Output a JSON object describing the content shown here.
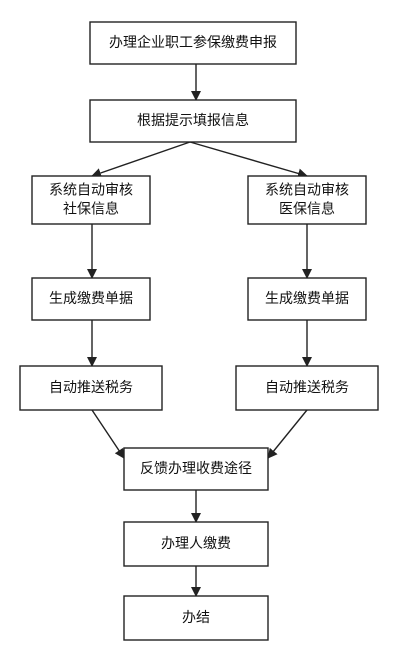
{
  "diagram": {
    "nodes": [
      {
        "id": "n1",
        "label": "办理企业职工参保缴费申报"
      },
      {
        "id": "n2",
        "label": "根据提示填报信息"
      },
      {
        "id": "n3",
        "label": "系统自动审核\n社保信息"
      },
      {
        "id": "n4",
        "label": "系统自动审核\n医保信息"
      },
      {
        "id": "n5",
        "label": "生成缴费单据"
      },
      {
        "id": "n6",
        "label": "生成缴费单据"
      },
      {
        "id": "n7",
        "label": "自动推送税务"
      },
      {
        "id": "n8",
        "label": "自动推送税务"
      },
      {
        "id": "n9",
        "label": "反馈办理收费途径"
      },
      {
        "id": "n10",
        "label": "办理人缴费"
      },
      {
        "id": "n11",
        "label": "办结"
      }
    ],
    "edges": [
      {
        "from": "n1",
        "to": "n2"
      },
      {
        "from": "n2",
        "to": "n3"
      },
      {
        "from": "n2",
        "to": "n4"
      },
      {
        "from": "n3",
        "to": "n5"
      },
      {
        "from": "n4",
        "to": "n6"
      },
      {
        "from": "n5",
        "to": "n7"
      },
      {
        "from": "n6",
        "to": "n8"
      },
      {
        "from": "n7",
        "to": "n9"
      },
      {
        "from": "n8",
        "to": "n9"
      },
      {
        "from": "n9",
        "to": "n10"
      },
      {
        "from": "n10",
        "to": "n11"
      }
    ]
  }
}
